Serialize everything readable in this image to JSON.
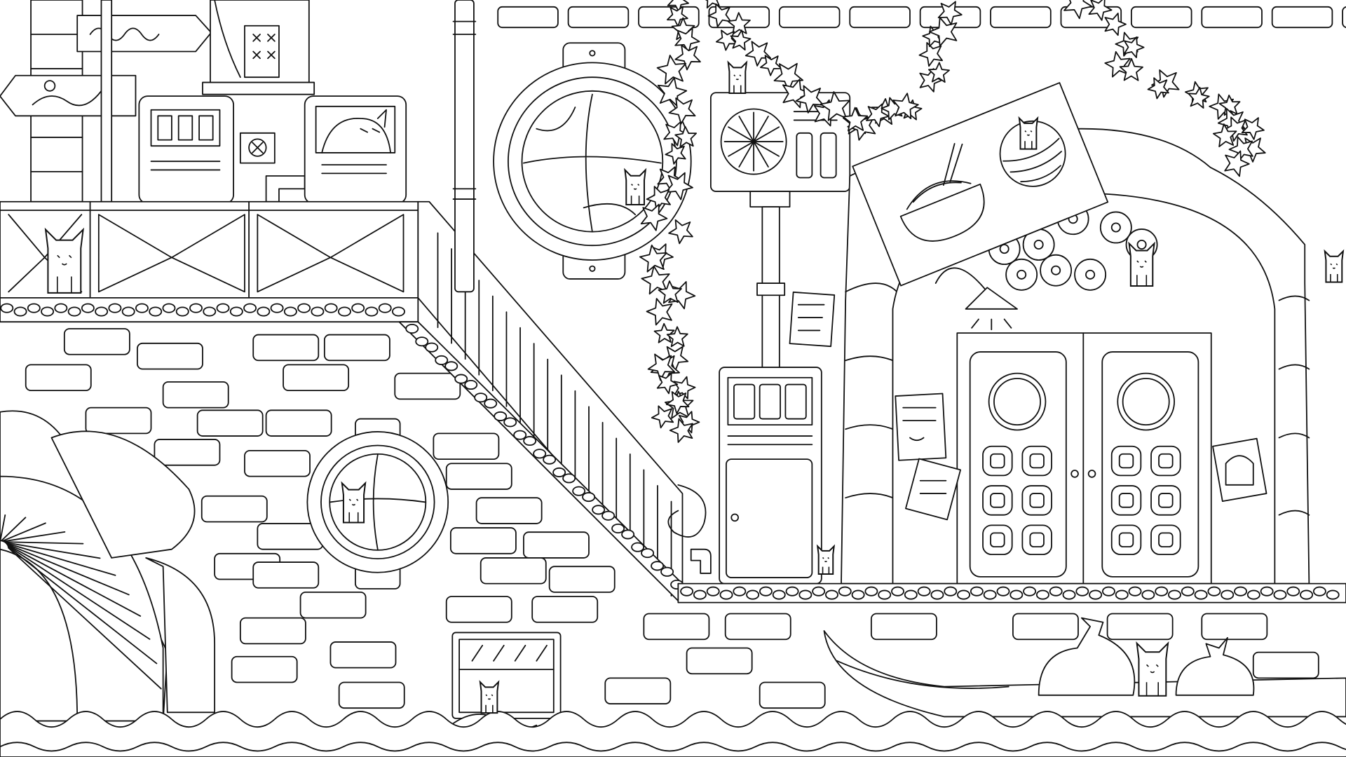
{
  "game": {
    "style": "line-art coloring scene",
    "colors": {
      "line": "#111111",
      "fill": "#ffffff"
    },
    "hidden_objects": [
      {
        "name": "cat-on-balcony",
        "icon": "cat-icon"
      },
      {
        "name": "cat-sleeping-in-window",
        "icon": "cat-icon"
      },
      {
        "name": "cat-in-large-porthole",
        "icon": "cat-icon"
      },
      {
        "name": "cat-in-small-porthole",
        "icon": "cat-icon"
      },
      {
        "name": "cat-on-ac-unit",
        "icon": "cat-icon"
      },
      {
        "name": "cat-on-poster",
        "icon": "cat-icon"
      },
      {
        "name": "cat-in-pile",
        "icon": "cat-icon"
      },
      {
        "name": "cat-by-meter",
        "icon": "cat-icon"
      },
      {
        "name": "cat-in-boat",
        "icon": "cat-icon"
      },
      {
        "name": "cat-in-basement-window",
        "icon": "cat-icon"
      }
    ]
  }
}
